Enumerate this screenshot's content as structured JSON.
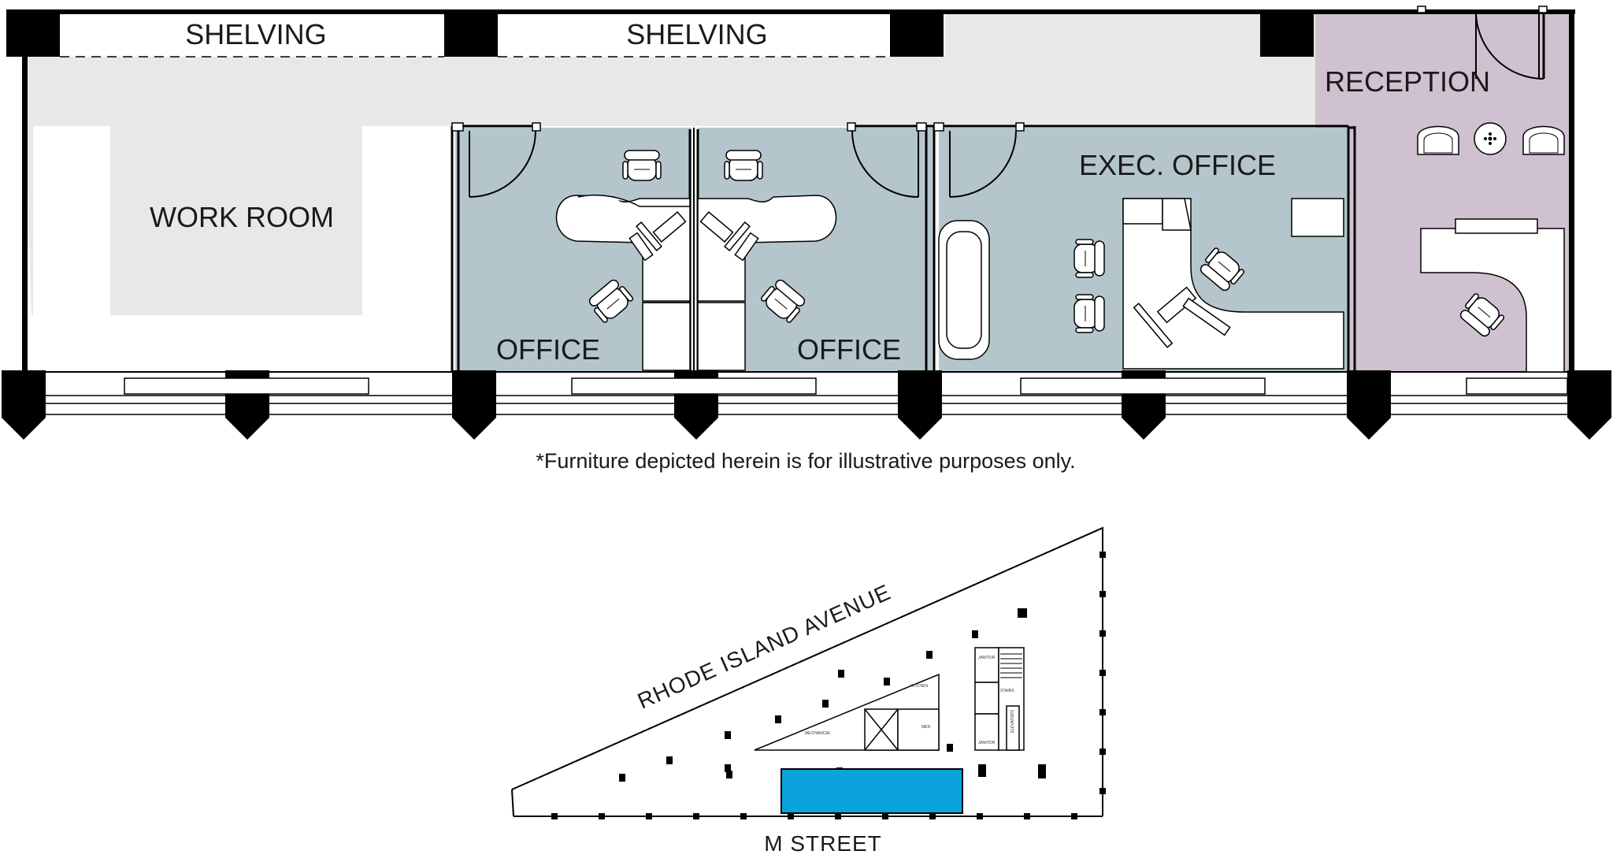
{
  "floorplan": {
    "rooms": {
      "shelving_left": "SHELVING",
      "shelving_right": "SHELVING",
      "work_room": "WORK ROOM",
      "office_left": "OFFICE",
      "office_right": "OFFICE",
      "exec_office": "EXEC. OFFICE",
      "reception": "RECEPTION"
    },
    "note": "*Furniture depicted herein is for illustrative purposes only.",
    "colors": {
      "work_room": "#e8e8e7",
      "office": "#b4c6cc",
      "reception": "#cfc1cf",
      "wall": "#000000"
    }
  },
  "keyplan": {
    "street_diagonal": "RHODE ISLAND AVENUE",
    "street_bottom": "M STREET",
    "core_labels": {
      "kitchen": "KITCHEN",
      "mechanical": "MECHANICAL",
      "mens": "MEN",
      "janitor_top": "JANITOR",
      "janitor_bottom": "JANITOR",
      "stairs": "STAIRS",
      "elevators": "ELEVATORS"
    },
    "highlight_color": "#0aa3de"
  }
}
